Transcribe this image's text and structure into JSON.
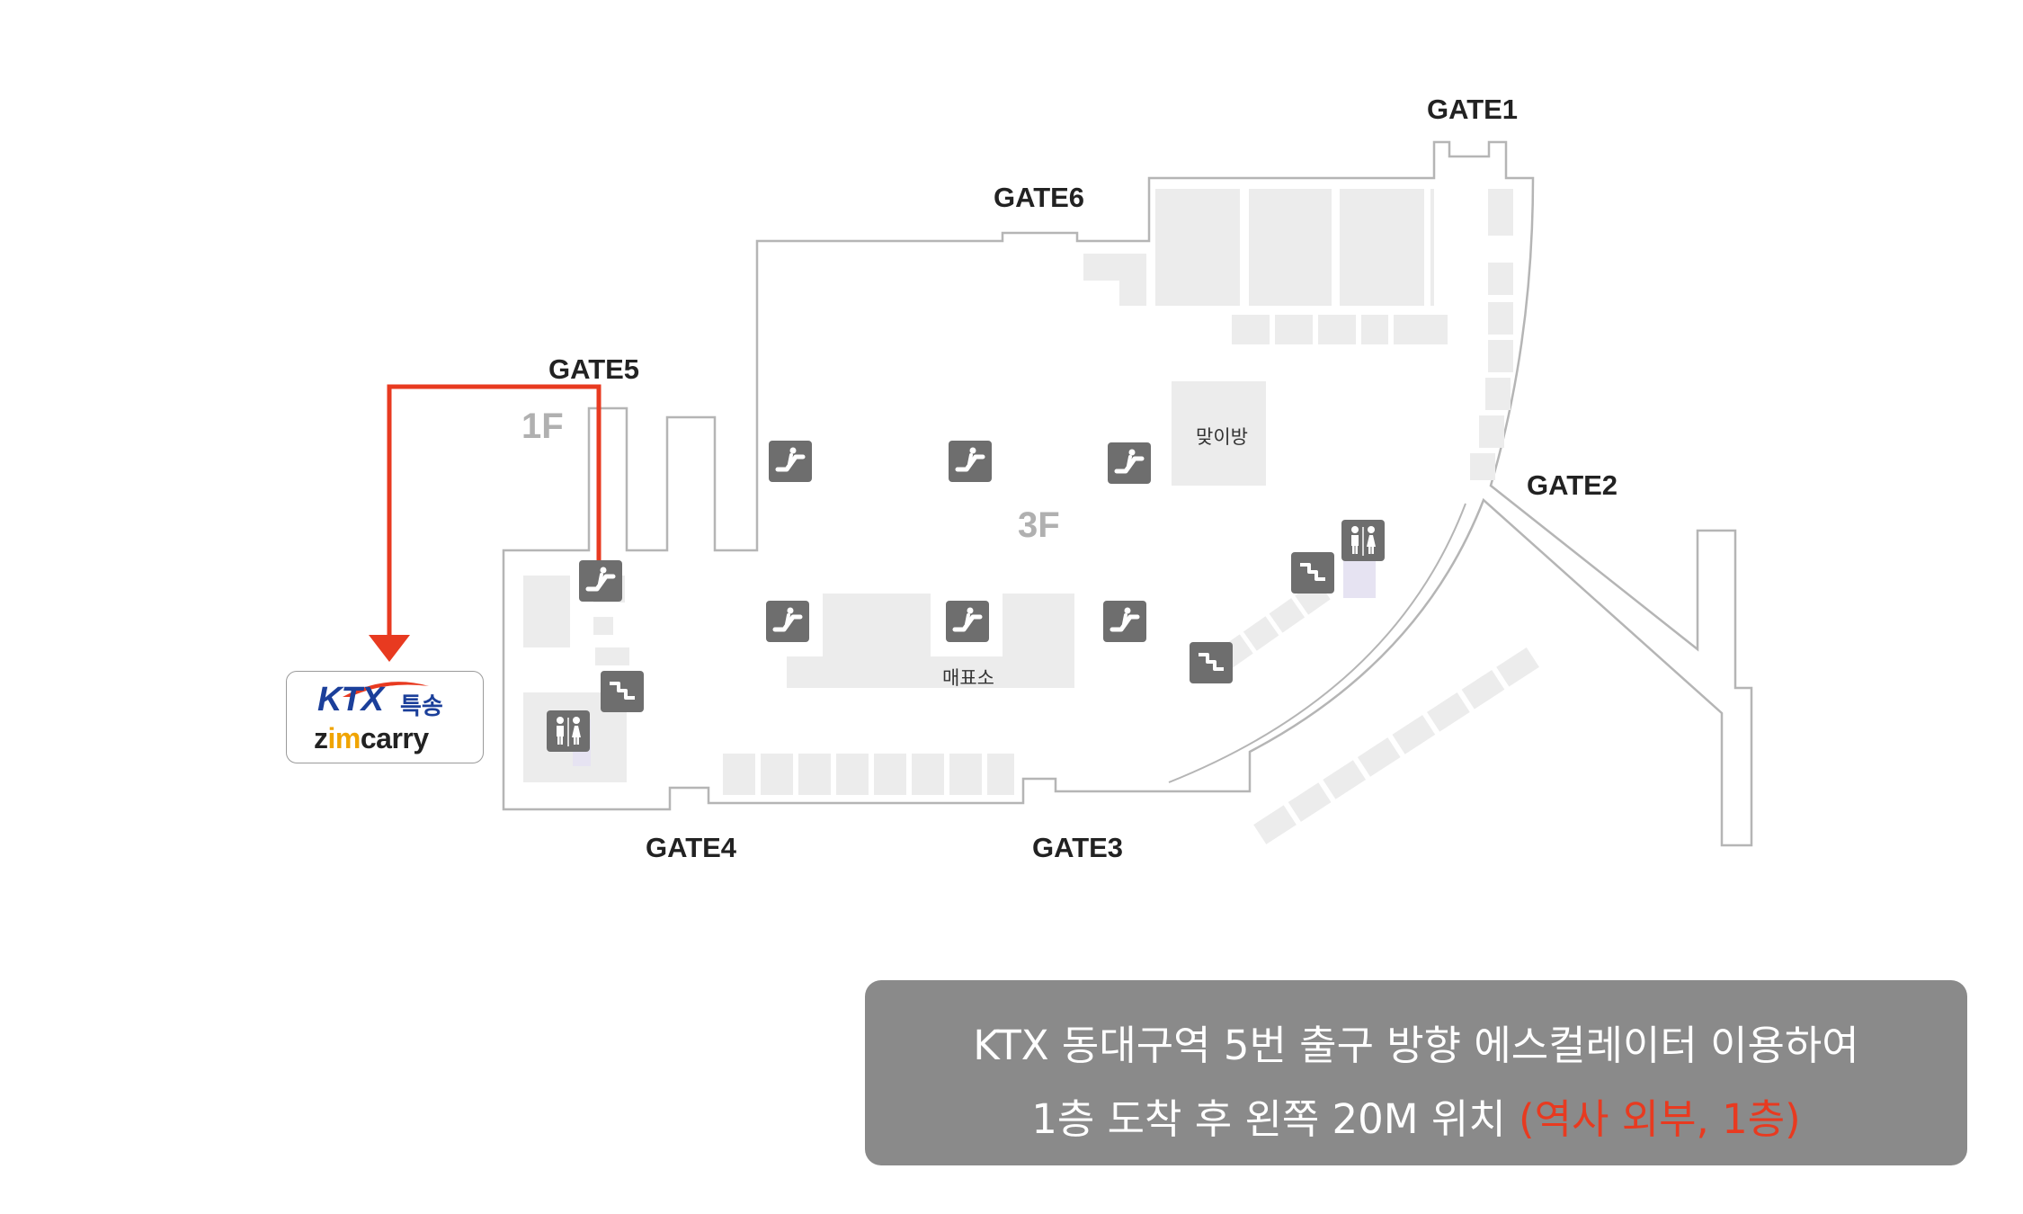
{
  "map": {
    "gates": {
      "gate1": "GATE1",
      "gate2": "GATE2",
      "gate3": "GATE3",
      "gate4": "GATE4",
      "gate5": "GATE5",
      "gate6": "GATE6"
    },
    "floors": {
      "floor_1": "1F",
      "floor_3": "3F"
    },
    "rooms": {
      "waiting_room": "맞이방",
      "ticket_office": "매표소"
    },
    "icons": {
      "escalator": "escalator-icon",
      "stairs": "stairs-icon",
      "restroom": "restroom-icon",
      "route_arrow": "route-arrow"
    },
    "colors": {
      "route": "#e83a20",
      "icon_bg": "#6e6e6e",
      "room_fill": "#ececec",
      "outline": "#b5b5b5",
      "brand_blue": "#1b3f9a",
      "brand_yellow": "#f0a400"
    }
  },
  "logo": {
    "ktx": "KTX",
    "ktx_kr": "특송",
    "zim_prefix": "z",
    "zim_accent": "im",
    "zim_suffix": "carry"
  },
  "info": {
    "line1": "KTX 동대구역 5번 출구 방향 에스컬레이터 이용하여",
    "line2_main": "1층 도착 후 왼쪽 20M 위치 ",
    "line2_highlight": "(역사 외부, 1층)"
  }
}
